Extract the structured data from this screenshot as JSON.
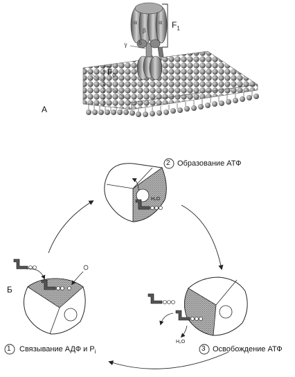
{
  "part_a": {
    "panel_label": "А",
    "f1_label": "F",
    "f1_sub": "1",
    "f0_label": "F",
    "f0_sub": "0",
    "greek": {
      "alpha": "α",
      "beta": "β",
      "gamma": "γ",
      "delta": "δ"
    }
  },
  "part_b": {
    "panel_label": "Б",
    "steps": [
      {
        "num": "2",
        "label": "Образование АТФ"
      },
      {
        "num": "1",
        "label": "Связывание АДФ и Р",
        "sub": "i"
      },
      {
        "num": "3",
        "label": "Освобождение АТФ"
      }
    ],
    "h2o_label": "H₂O"
  }
}
